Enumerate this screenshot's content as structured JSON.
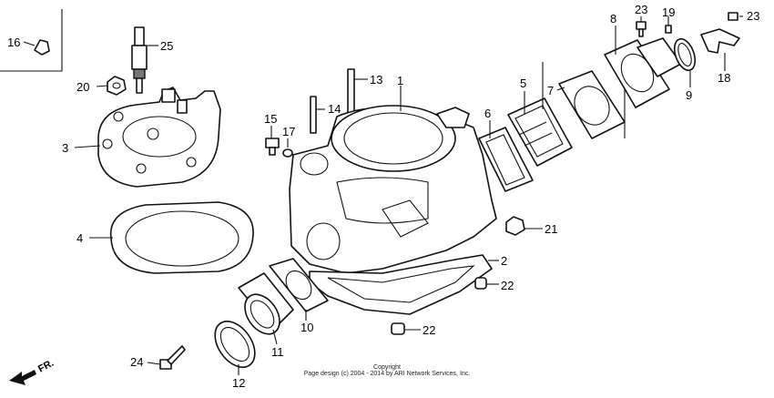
{
  "labels": [
    {
      "id": "16",
      "text": "16"
    },
    {
      "id": "25",
      "text": "25"
    },
    {
      "id": "20",
      "text": "20"
    },
    {
      "id": "3",
      "text": "3"
    },
    {
      "id": "4",
      "text": "4"
    },
    {
      "id": "15",
      "text": "15"
    },
    {
      "id": "17",
      "text": "17"
    },
    {
      "id": "14",
      "text": "14"
    },
    {
      "id": "13",
      "text": "13"
    },
    {
      "id": "1",
      "text": "1"
    },
    {
      "id": "6",
      "text": "6"
    },
    {
      "id": "5",
      "text": "5"
    },
    {
      "id": "7",
      "text": "7"
    },
    {
      "id": "8",
      "text": "8"
    },
    {
      "id": "23a",
      "text": "23"
    },
    {
      "id": "19",
      "text": "19"
    },
    {
      "id": "23b",
      "text": "23"
    },
    {
      "id": "9",
      "text": "9"
    },
    {
      "id": "18",
      "text": "18"
    },
    {
      "id": "21",
      "text": "21"
    },
    {
      "id": "2",
      "text": "2"
    },
    {
      "id": "22a",
      "text": "22"
    },
    {
      "id": "22b",
      "text": "22"
    },
    {
      "id": "10",
      "text": "10"
    },
    {
      "id": "11",
      "text": "11"
    },
    {
      "id": "12",
      "text": "12"
    },
    {
      "id": "24",
      "text": "24"
    }
  ],
  "copyright_line1": "Copyright",
  "copyright_line2": "Page design (c) 2004 - 2014 by ARI Network Services, Inc.",
  "direction_label": "FR."
}
